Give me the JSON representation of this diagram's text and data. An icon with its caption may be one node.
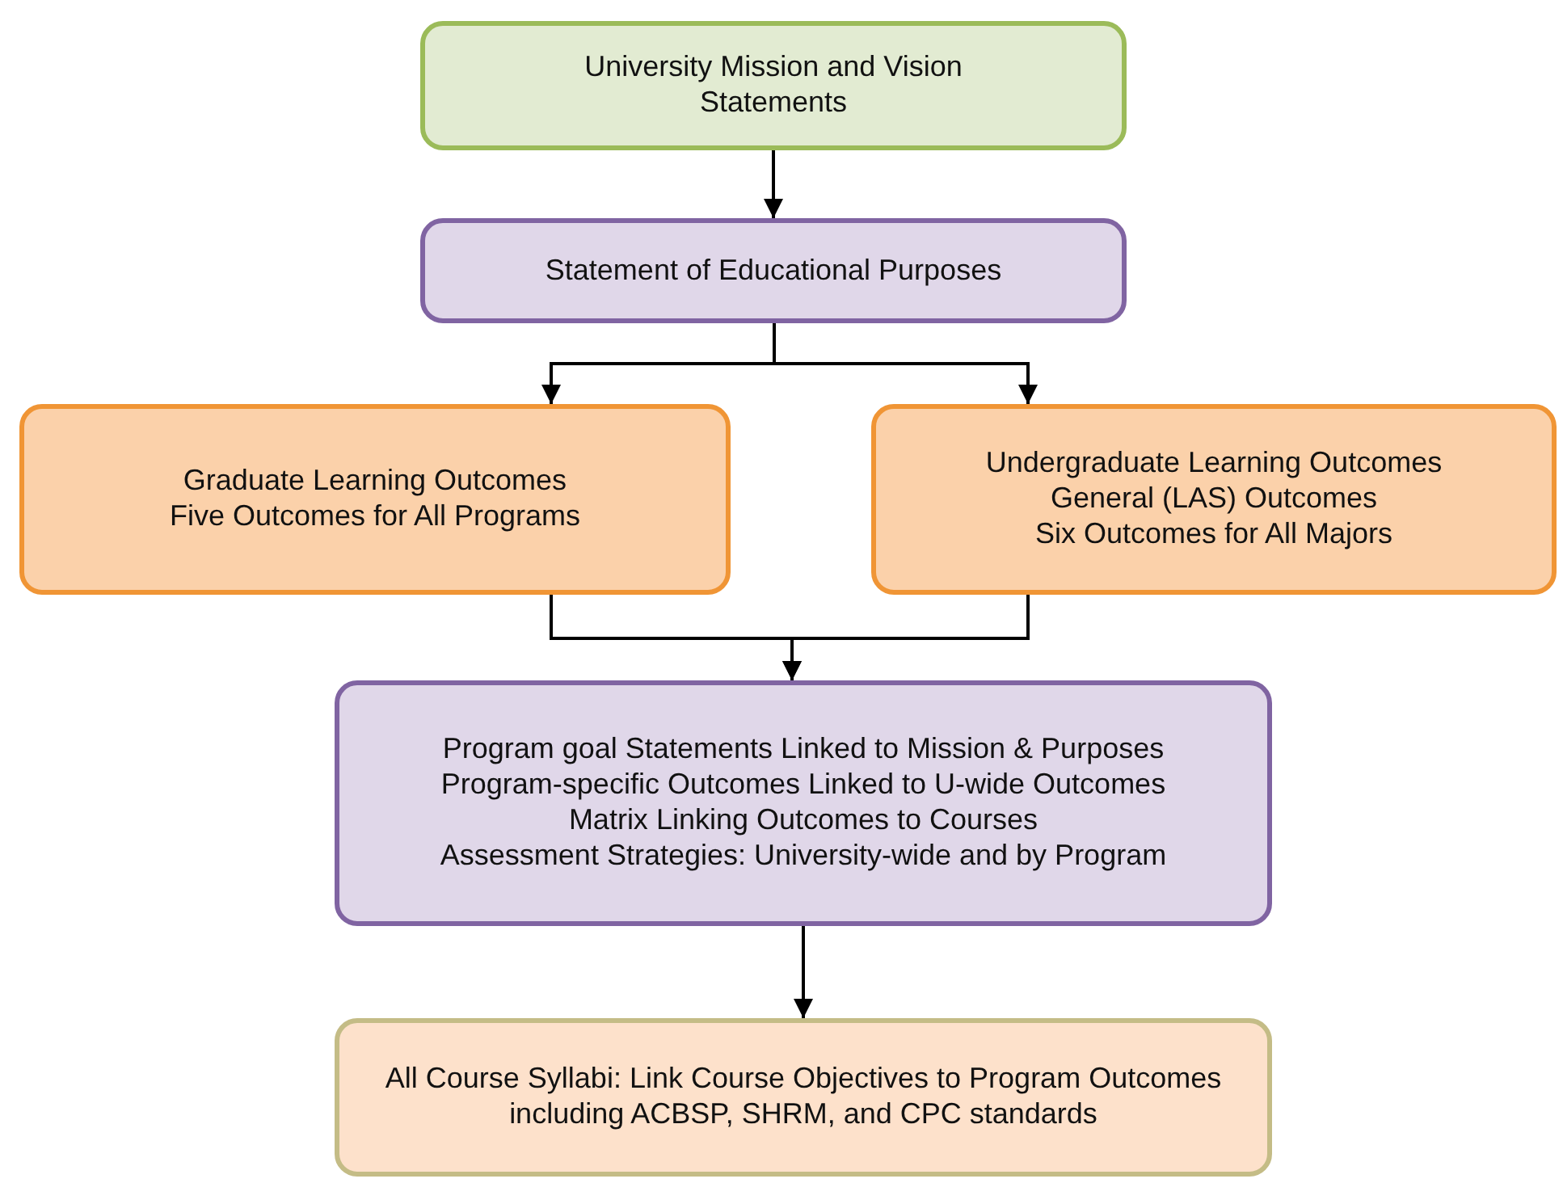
{
  "diagram": {
    "nodes": [
      {
        "text": [
          "University Mission and Vision Statements"
        ]
      },
      {
        "text": [
          "Statement of Educational Purposes"
        ]
      },
      {
        "text": [
          "Graduate Learning Outcomes",
          "Five Outcomes for All Programs"
        ]
      },
      {
        "text": [
          "Undergraduate Learning Outcomes",
          "General (LAS) Outcomes",
          "Six Outcomes for All Majors"
        ]
      },
      {
        "text": [
          "Program goal Statements Linked to Mission & Purposes",
          "Program-specific Outcomes Linked to U-wide Outcomes",
          "Matrix Linking Outcomes to Courses",
          "Assessment Strategies: University-wide and by Program"
        ]
      },
      {
        "text": [
          "All Course Syllabi: Link Course Objectives to Program Outcomes including ACBSP, SHRM, and CPC standards"
        ]
      }
    ],
    "edges": [
      {
        "from": 0,
        "to": 1,
        "arrow": "to"
      },
      {
        "from": 1,
        "to": 2,
        "arrow": "to"
      },
      {
        "from": 1,
        "to": 3,
        "arrow": "to"
      },
      {
        "from": 2,
        "to": 4,
        "arrow": "to"
      },
      {
        "from": 3,
        "to": 4,
        "arrow": "to"
      },
      {
        "from": 4,
        "to": 5,
        "arrow": "to"
      }
    ]
  }
}
